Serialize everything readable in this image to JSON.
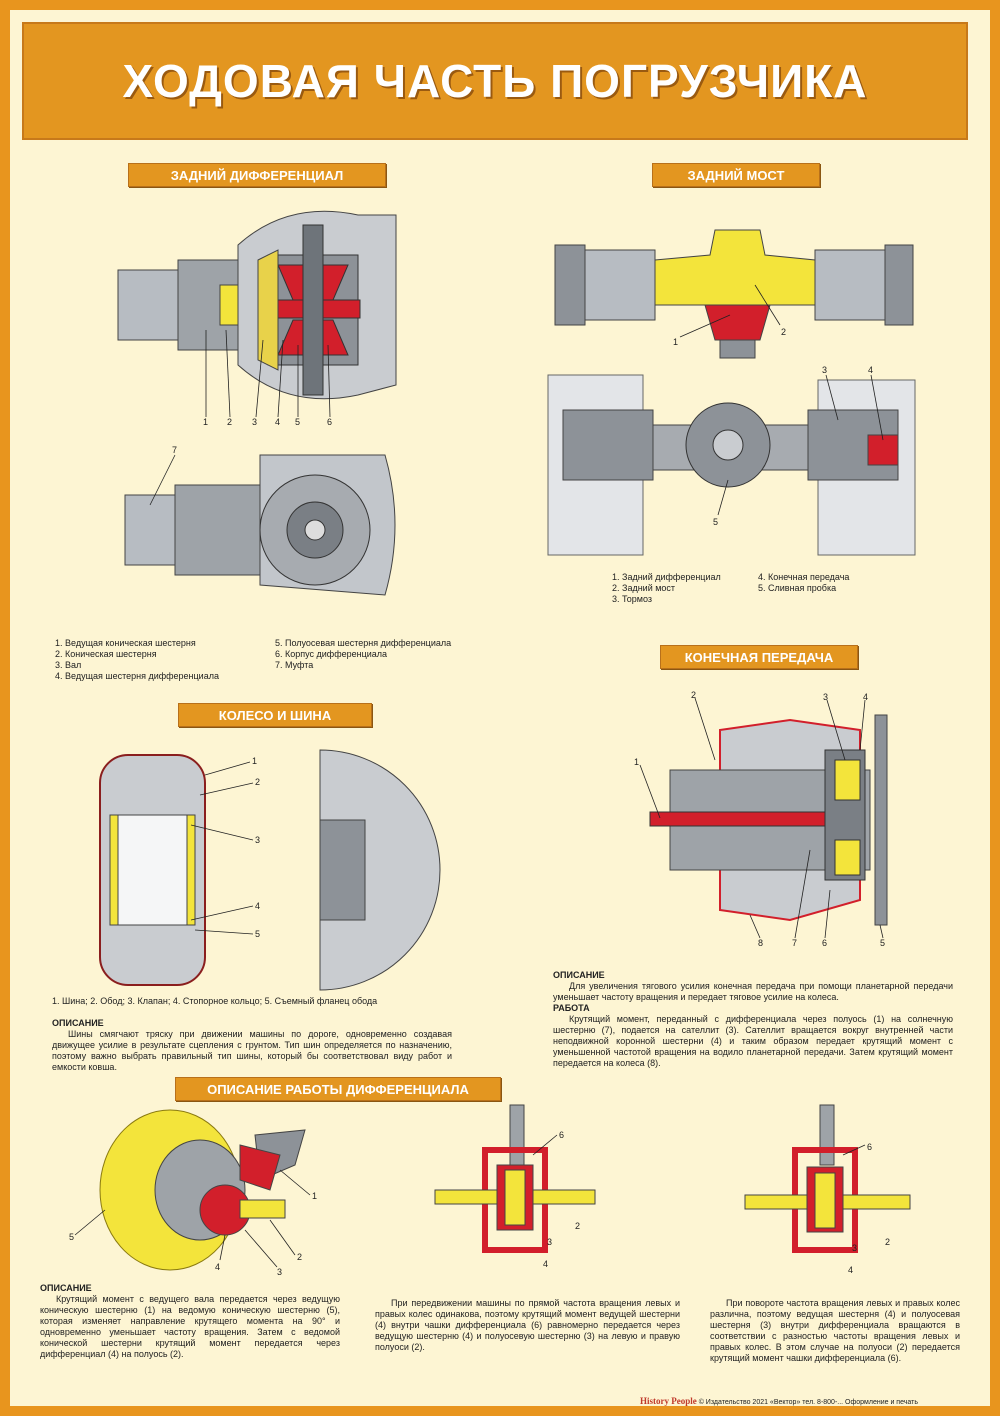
{
  "title": "ХОДОВАЯ ЧАСТЬ ПОГРУЗЧИКА",
  "sections": {
    "rear_diff": "ЗАДНИЙ ДИФФЕРЕНЦИАЛ",
    "rear_axle": "ЗАДНИЙ МОСТ",
    "final_drive": "КОНЕЧНАЯ ПЕРЕДАЧА",
    "wheel_tire": "КОЛЕСО И ШИНА",
    "diff_work": "ОПИСАНИЕ РАБОТЫ ДИФФЕРЕНЦИАЛА"
  },
  "diff_legend": {
    "l1": "1. Ведущая коническая шестерня",
    "l2": "2. Коническая шестерня",
    "l3": "3. Вал",
    "l4": "4. Ведущая шестерня дифференциала",
    "l5": "5. Полуосевая шестерня дифференциала",
    "l6": "6. Корпус дифференциала",
    "l7": "7. Муфта"
  },
  "axle_legend": {
    "l1": "1. Задний дифференциал",
    "l2": "2. Задний мост",
    "l3": "3. Тормоз",
    "l4": "4. Конечная передача",
    "l5": "5. Сливная пробка"
  },
  "wheel_legend": "1. Шина; 2. Обод; 3. Клапан; 4. Стопорное кольцо; 5. Съемный фланец обода",
  "wheel_desc": {
    "head": "ОПИСАНИЕ",
    "text": "Шины смягчают тряску при движении машины по дороге, одновременно создавая движущее усилие в результате сцепления с грунтом. Тип шин определяется по назначению, поэтому важно выбрать правильный тип шины, который бы соответствовал виду работ и емкости ковша."
  },
  "final_desc": {
    "head1": "ОПИСАНИЕ",
    "text1": "Для увеличения тягового усилия конечная передача при помощи планетарной передачи уменьшает частоту вращения и передает тяговое усилие на колеса.",
    "head2": "РАБОТА",
    "text2": "Крутящий момент, переданный с дифференциала через полуось (1) на солнечную шестерню (7), подается на сателлит (3). Сателлит вращается вокруг внутренней части неподвижной коронной шестерни (4) и таким образом передает крутящий момент с уменьшенной частотой вращения на водило планетарной передачи. Затем крутящий момент передается на колеса (8)."
  },
  "diff_work_desc": {
    "head": "ОПИСАНИЕ",
    "col1": "Крутящий момент с ведущего вала передается через ведущую коническую шестерню (1) на ведомую коническую шестерню (5), которая изменяет направление крутящего момента на 90° и одновременно уменьшает частоту вращения. Затем с ведомой конической шестерни крутящий момент передается через дифференциал (4) на полуось (2).",
    "col2": "При передвижении машины по прямой частота вращения левых и правых колес одинакова, поэтому крутящий момент ведущей шестерни (4) внутри чашки дифференциала (6) равномерно передается через ведущую шестерню (4) и полуосевую шестерню (3) на левую и правую полуоси (2).",
    "col3": "При повороте частота вращения левых и правых колес различна, поэтому ведущая шестерня (4) и полуосевая шестерня (3) внутри дифференциала вращаются в соответствии с разностью частоты вращения левых и правых колес. В этом случае на полуоси (2) передается крутящий момент чашки дифференциала (6)."
  },
  "footer": {
    "brand": "History People",
    "text": "© Издательство 2021 «Вектор» тел. 8-800-... Оформление и печать"
  },
  "colors": {
    "frame": "#e8951e",
    "paper": "#fdf5d3",
    "yellow": "#f3e43b",
    "red": "#d21f2b",
    "gray": "#9ea3a8"
  }
}
